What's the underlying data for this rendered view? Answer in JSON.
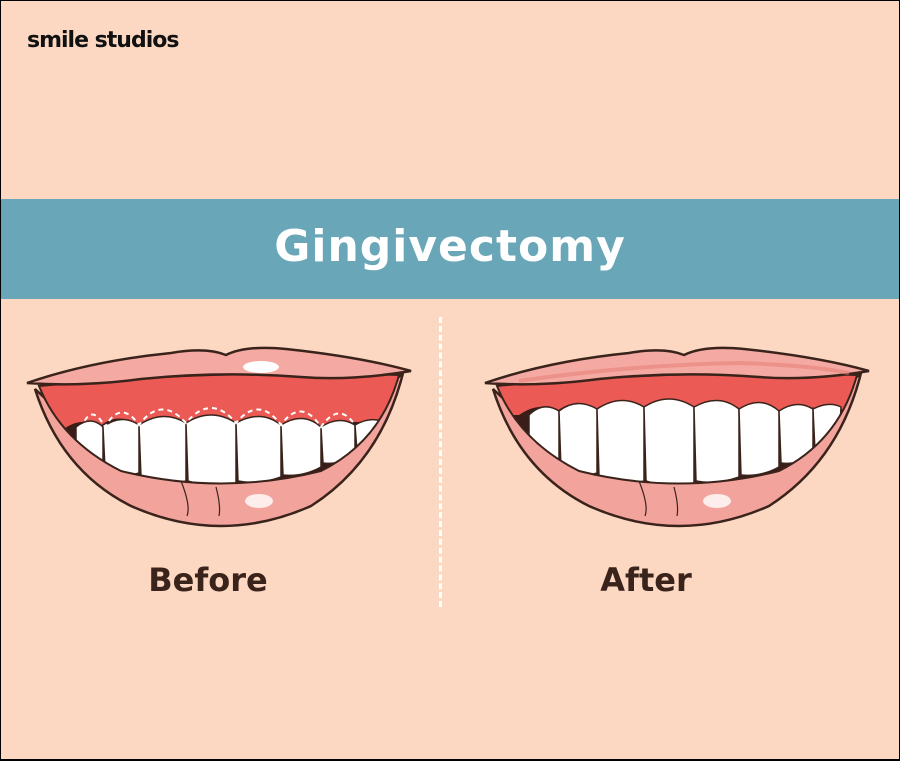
{
  "brand": {
    "name": "smile studios"
  },
  "banner": {
    "title": "Gingivectomy"
  },
  "panels": [
    {
      "label": "Before"
    },
    {
      "label": "After"
    }
  ],
  "colors": {
    "background": "#fcd8c2",
    "banner": "#68a6b8",
    "gum": "#ec5a55",
    "lip": "#f4a9a2",
    "outline": "#3a231b"
  }
}
